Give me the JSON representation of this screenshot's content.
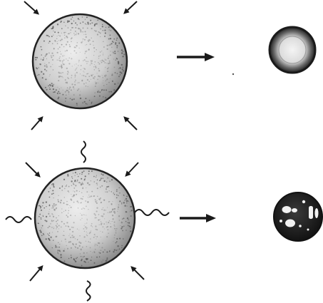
{
  "diagram": {
    "kind": "compression-illustration",
    "rows": [
      {
        "name": "compression-without-radiation",
        "input": {
          "shape": "stippled-sphere",
          "inward_arrows": 4,
          "wavy_lines": 0
        },
        "transition": "right-arrow-icon",
        "output": {
          "shape": "sphere-with-dark-shell"
        }
      },
      {
        "name": "compression-with-radiation",
        "input": {
          "shape": "stippled-sphere",
          "inward_arrows": 4,
          "wavy_lines": 4
        },
        "transition": "right-arrow-icon",
        "output": {
          "shape": "dark-sphere-with-light-voids"
        }
      }
    ],
    "colors": {
      "ink": "#1a1a1a",
      "sphere_fill": "#cfcfcf",
      "sphere_shade": "#8a8a8a",
      "shell_dark": "#2a2a2a",
      "void_light": "#f2f2f2",
      "background": "#ffffff"
    }
  }
}
